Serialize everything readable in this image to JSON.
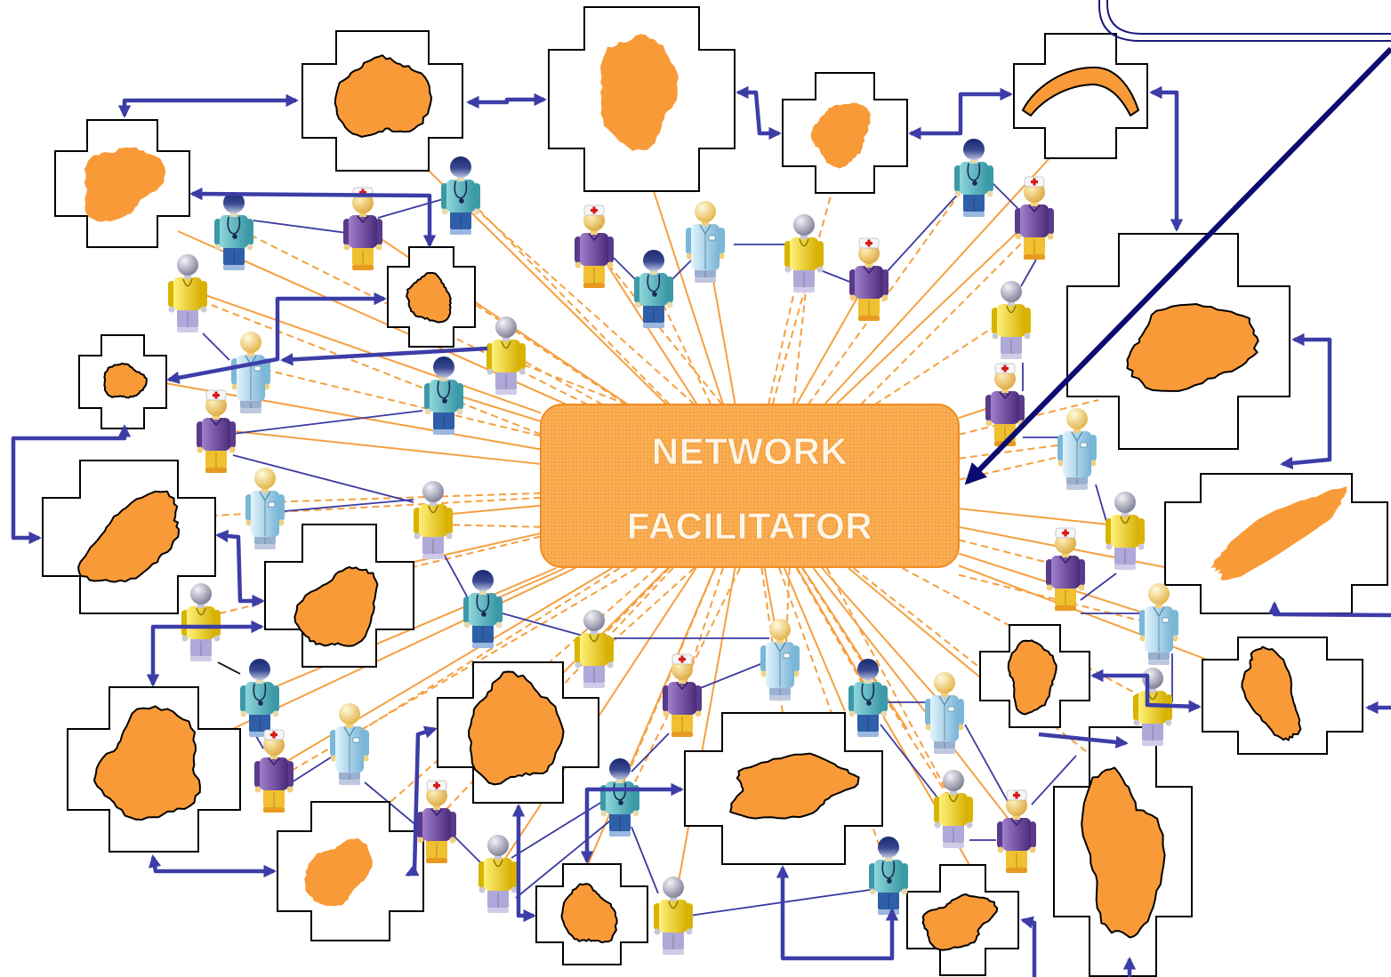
{
  "diagram": {
    "center_label": {
      "line1": "NETWORK",
      "line2": "FACILITATOR"
    }
  },
  "colors": {
    "facilitator_fill": "#F8A646",
    "facilitator_dots": "#FBC27E",
    "facilitator_border": "#F08C24",
    "region_fill": "#F99A38",
    "region_outline": "#000000",
    "cross_frame": "#000000",
    "link_arrow": "#3D3DA8",
    "person_link": "#3A3AA0",
    "orange_link": "#F5A040",
    "pointer_arrow": "#0B0B70",
    "callout_border": "#1A1A7A"
  },
  "icons": {
    "roles": [
      "doctor-icon",
      "nurse-icon",
      "technician-icon",
      "assistant-icon"
    ],
    "region": "region-map-shape",
    "frame": "cross-frame"
  }
}
